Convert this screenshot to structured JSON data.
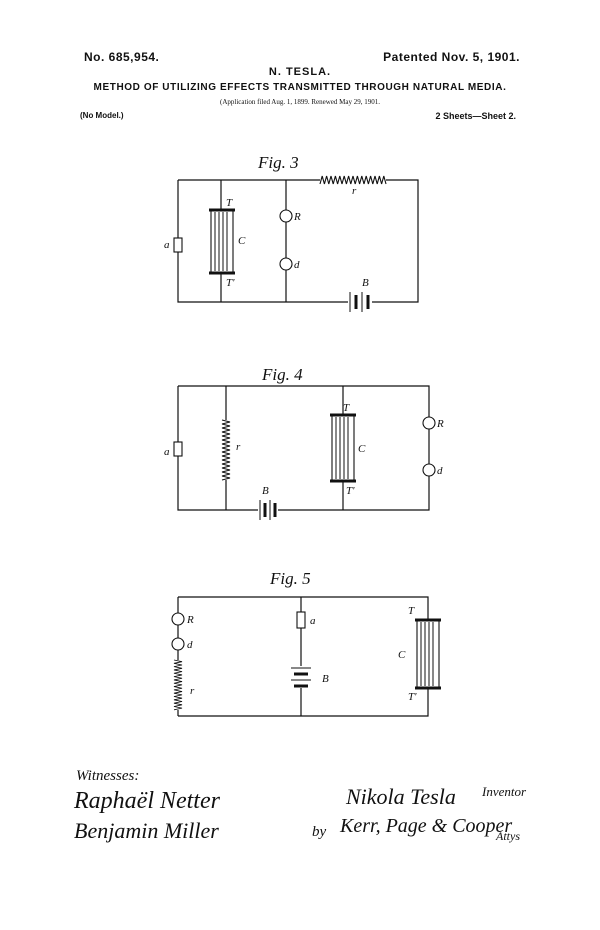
{
  "header": {
    "patent_number": "No. 685,954.",
    "patented": "Patented Nov. 5, 1901.",
    "inventor": "N. TESLA.",
    "title": "METHOD OF UTILIZING EFFECTS TRANSMITTED THROUGH NATURAL MEDIA.",
    "application": "(Application filed Aug. 1, 1899. Renewed May 29, 1901.",
    "no_model": "(No Model.)",
    "sheets": "2 Sheets—Sheet 2."
  },
  "figures": [
    {
      "label": "Fig. 3",
      "labels": {
        "a": "a",
        "T": "T",
        "C": "C",
        "T2": "T'",
        "R": "R",
        "d": "d",
        "r": "r",
        "B": "B"
      }
    },
    {
      "label": "Fig. 4",
      "labels": {
        "a": "a",
        "r": "r",
        "B": "B",
        "T": "T",
        "C": "C",
        "T2": "T'",
        "R": "R",
        "d": "d"
      }
    },
    {
      "label": "Fig. 5",
      "labels": {
        "R": "R",
        "d": "d",
        "r": "r",
        "a": "a",
        "B": "B",
        "T": "T",
        "C": "C",
        "T2": "T'"
      }
    }
  ],
  "footer": {
    "witnesses": "Witnesses:",
    "witness1": "Raphaël Netter",
    "witness2": "Benjamin Miller",
    "signature": "Nikola Tesla",
    "inventor_role": "Inventor",
    "by": "by",
    "attorneys": "Kerr, Page & Cooper",
    "attys": "Attys"
  }
}
